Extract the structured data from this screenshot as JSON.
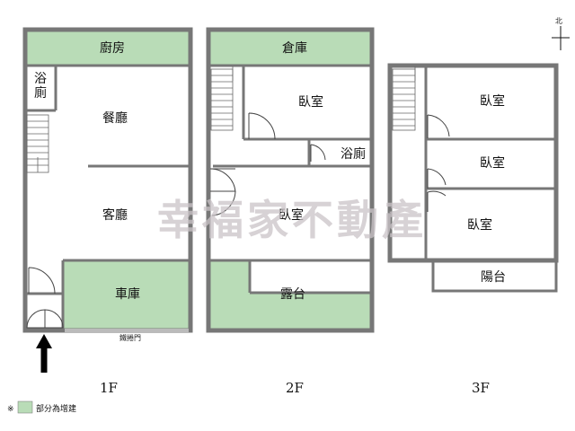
{
  "floors": {
    "f1": {
      "label": "1F",
      "rooms": {
        "kitchen": "廚房",
        "bathroom_line1": "浴",
        "bathroom_line2": "廁",
        "dining": "餐廳",
        "living": "客廳",
        "garage": "車庫",
        "iron_gate": "鐵捲門"
      }
    },
    "f2": {
      "label": "2F",
      "rooms": {
        "storage": "倉庫",
        "bedroom_a": "臥室",
        "bathroom": "浴廁",
        "bedroom_b": "臥室",
        "terrace": "露台"
      }
    },
    "f3": {
      "label": "3F",
      "rooms": {
        "bedroom_a": "臥室",
        "bedroom_b": "臥室",
        "bedroom_c": "臥室",
        "balcony": "陽台"
      }
    }
  },
  "compass": {
    "label": "北"
  },
  "watermark": "幸福家不動產",
  "legend": {
    "marker": "※",
    "text": "部分為增建",
    "color": "#b9dcb7"
  },
  "colors": {
    "addition_green": "#b9dcb7",
    "wall_gray": "#777777",
    "watermark_gray": "#c9c3c7"
  }
}
